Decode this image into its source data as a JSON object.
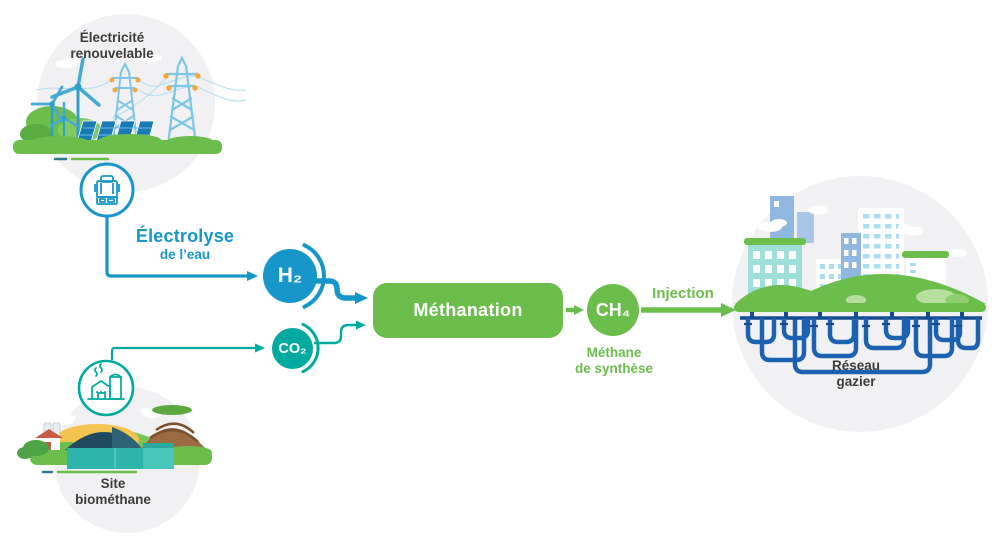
{
  "diagram": {
    "nodes": {
      "renewable_electricity": {
        "line1": "Électricité",
        "line2": "renouvelable"
      },
      "electrolysis": {
        "title": "Électrolyse",
        "subtitle": "de l’eau"
      },
      "hydrogen": {
        "formula": "H₂"
      },
      "carbon_dioxide": {
        "formula": "CO₂"
      },
      "methanation": {
        "label": "Méthanation"
      },
      "methane": {
        "formula": "CH₄",
        "caption_line1": "Méthane",
        "caption_line2": "de synthèse"
      },
      "injection": {
        "label": "Injection"
      },
      "biomethane_site": {
        "line1": "Site",
        "line2": "biométhane"
      },
      "gas_network": {
        "line1": "Réseau",
        "line2": "gazier"
      }
    },
    "icons": {
      "electrolyzer": "electrolyzer-machine-outline",
      "biogas_plant": "biogas-plant-outline"
    },
    "colors": {
      "accent_blue": "#1796c9",
      "accent_teal": "#00aa9e",
      "accent_green": "#6cbe4c",
      "text_dark": "#3c3c3b",
      "backdrop_circle": "#f1f1f3",
      "pipe_blue": "#1c62b0",
      "pipe_dark": "#174a8f",
      "pylon_orange": "#f5a63c"
    }
  }
}
